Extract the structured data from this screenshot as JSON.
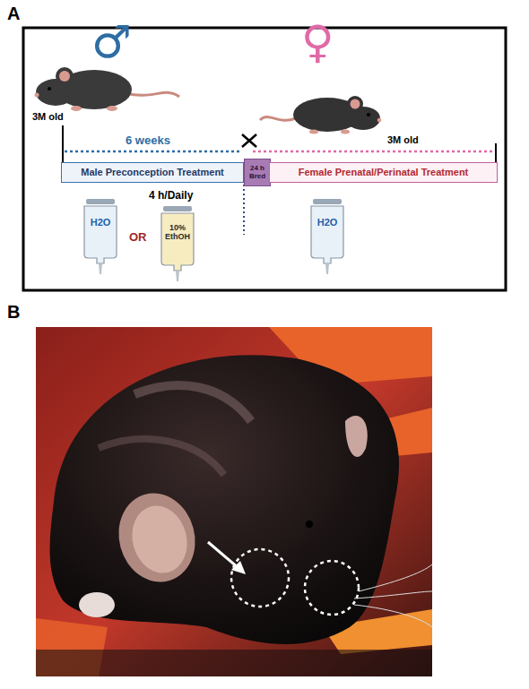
{
  "diagram": {
    "nodes": [
      {
        "text": [
          "Male Preconception Treatment"
        ]
      },
      {
        "text": [
          "24 h Bred"
        ]
      },
      {
        "text": [
          "Female Prenatal/Perinatal Treatment"
        ]
      },
      {
        "text": [
          "H2O"
        ]
      },
      {
        "text": [
          "10% EthOH"
        ]
      },
      {
        "text": [
          "H2O"
        ]
      }
    ],
    "labels": [
      "A",
      "♂",
      "3M old",
      "6 weeks",
      "♀",
      "3M old",
      "4 h/Daily",
      "OR",
      "B"
    ]
  }
}
